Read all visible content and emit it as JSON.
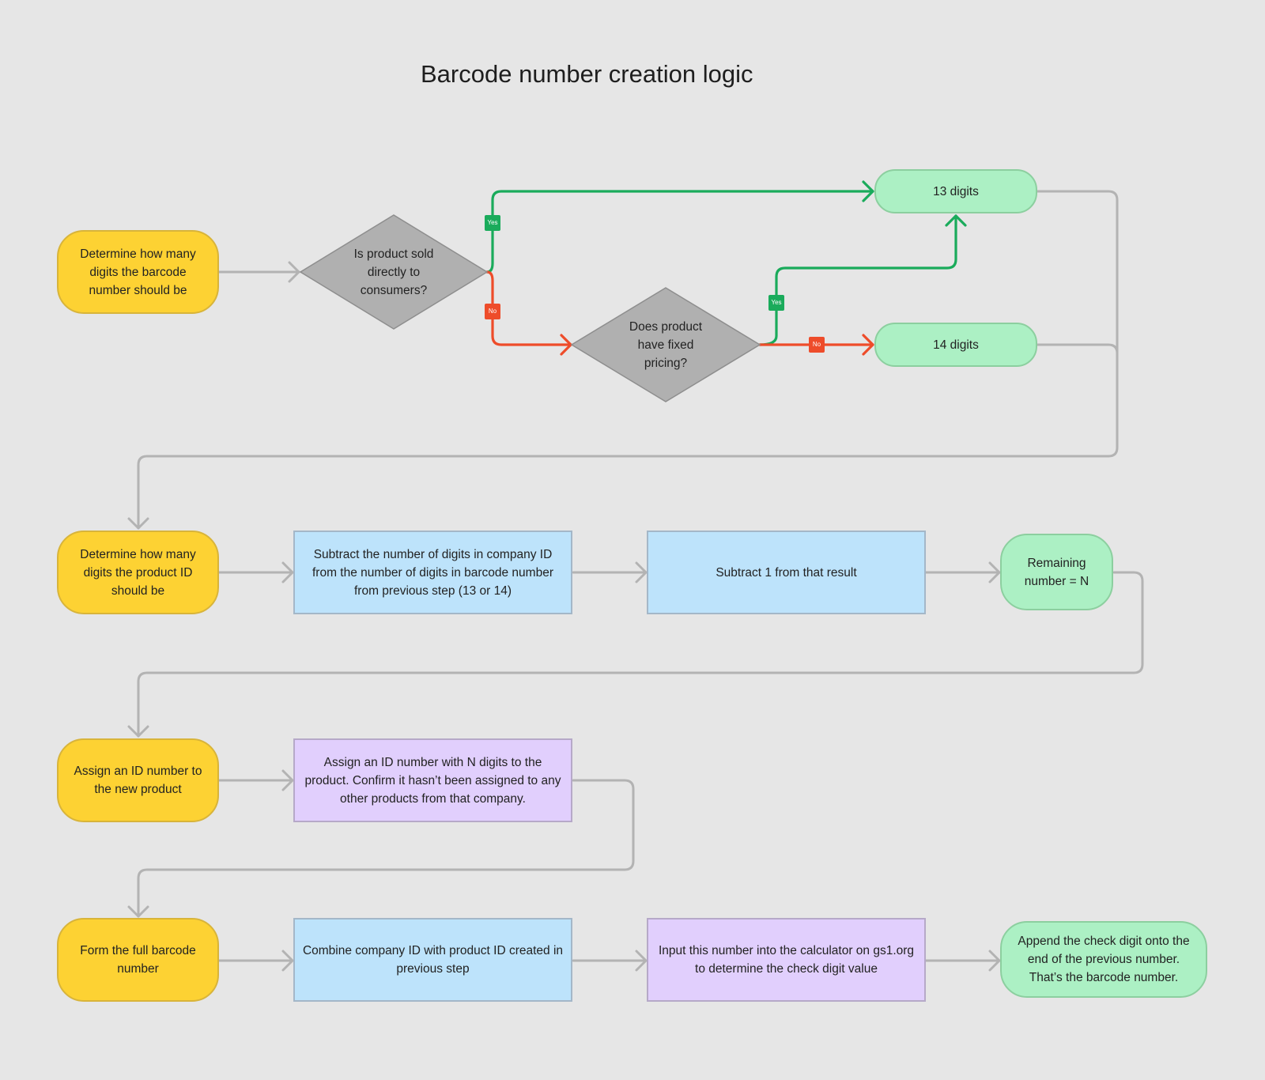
{
  "title": "Barcode number creation logic",
  "colors": {
    "background": "#e6e6e6",
    "terminal_yellow": "#fdd233",
    "terminal_green": "#acf0c4",
    "process_blue": "#bde3fb",
    "process_purple": "#e1cffd",
    "decision_gray": "#b0b0b0",
    "yes_path": "#1aab5b",
    "no_path": "#ee4c2a",
    "connector_gray": "#b3b3b3"
  },
  "nodes": {
    "start_digits": "Determine how many digits the barcode number should be",
    "decision_consumers": "Is product sold directly to consumers?",
    "decision_pricing": "Does product have fixed pricing?",
    "result_13": "13 digits",
    "result_14": "14 digits",
    "product_id_digits": "Determine how many digits the product ID should be",
    "subtract_company": "Subtract the number of digits in company ID from the number of digits in barcode number from previous step (13 or 14)",
    "subtract_one": "Subtract 1 from that result",
    "remaining_n": "Remaining number = N",
    "assign_id": "Assign an ID number to the new product",
    "assign_n_digits": "Assign an ID number with N digits to the product. Confirm it hasn’t been assigned to any other products from that company.",
    "form_barcode": "Form the full barcode number",
    "combine_ids": "Combine company ID with product ID created in previous step",
    "input_calculator": "Input this number into the calculator on gs1.org to determine the check digit value",
    "append_check": "Append the check digit onto the end of the previous number. That’s the barcode number."
  },
  "labels": {
    "yes": "Yes",
    "no": "No"
  }
}
